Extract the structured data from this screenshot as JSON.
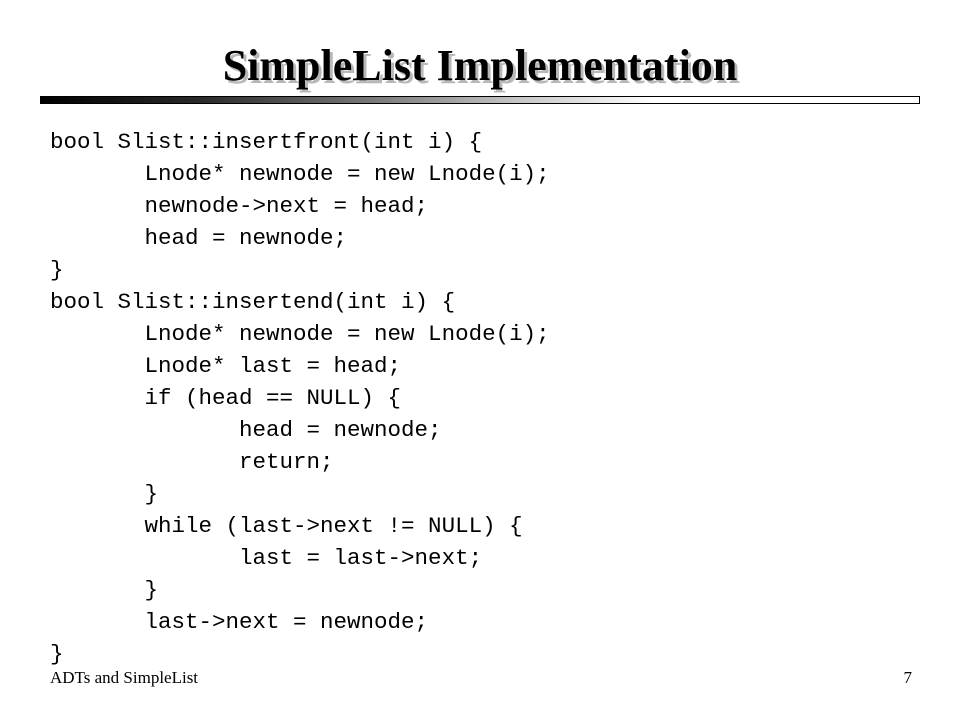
{
  "slide": {
    "title": "SimpleList Implementation",
    "code_lines": [
      "bool Slist::insertfront(int i) {",
      "       Lnode* newnode = new Lnode(i);",
      "       newnode->next = head;",
      "       head = newnode;",
      "}",
      "bool Slist::insertend(int i) {",
      "       Lnode* newnode = new Lnode(i);",
      "       Lnode* last = head;",
      "       if (head == NULL) {",
      "              head = newnode;",
      "              return;",
      "       }",
      "       while (last->next != NULL) {",
      "              last = last->next;",
      "       }",
      "       last->next = newnode;",
      "}"
    ],
    "footer_left": "ADTs and SimpleList",
    "page_number": "7"
  }
}
